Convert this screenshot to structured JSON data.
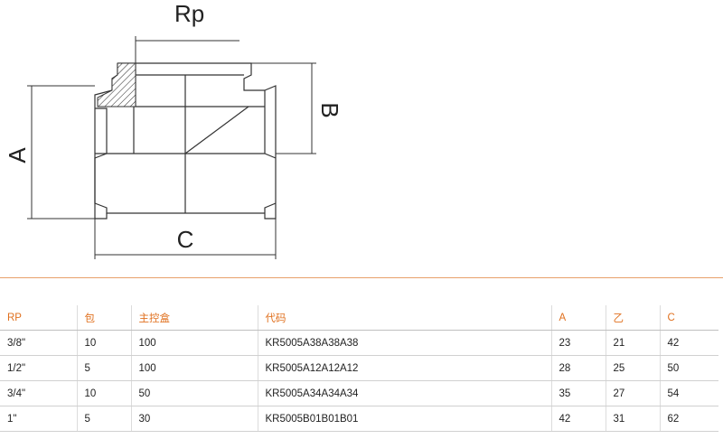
{
  "drawing": {
    "labels": {
      "rp": "Rp",
      "a": "A",
      "b": "B",
      "c": "C"
    }
  },
  "table": {
    "headers": [
      "RP",
      "包",
      "主控盒",
      "代码",
      "A",
      "乙",
      "C"
    ],
    "rows": [
      [
        "3/8\"",
        "10",
        "100",
        "KR5005A38A38A38",
        "23",
        "21",
        "42"
      ],
      [
        "1/2\"",
        "5",
        "100",
        "KR5005A12A12A12",
        "28",
        "25",
        "50"
      ],
      [
        "3/4\"",
        "10",
        "50",
        "KR5005A34A34A34",
        "35",
        "27",
        "54"
      ],
      [
        "1\"",
        "5",
        "30",
        "KR5005B01B01B01",
        "42",
        "31",
        "62"
      ]
    ]
  },
  "colors": {
    "accent": "#e0701e",
    "divider": "#e8a06a",
    "line": "#333333"
  }
}
